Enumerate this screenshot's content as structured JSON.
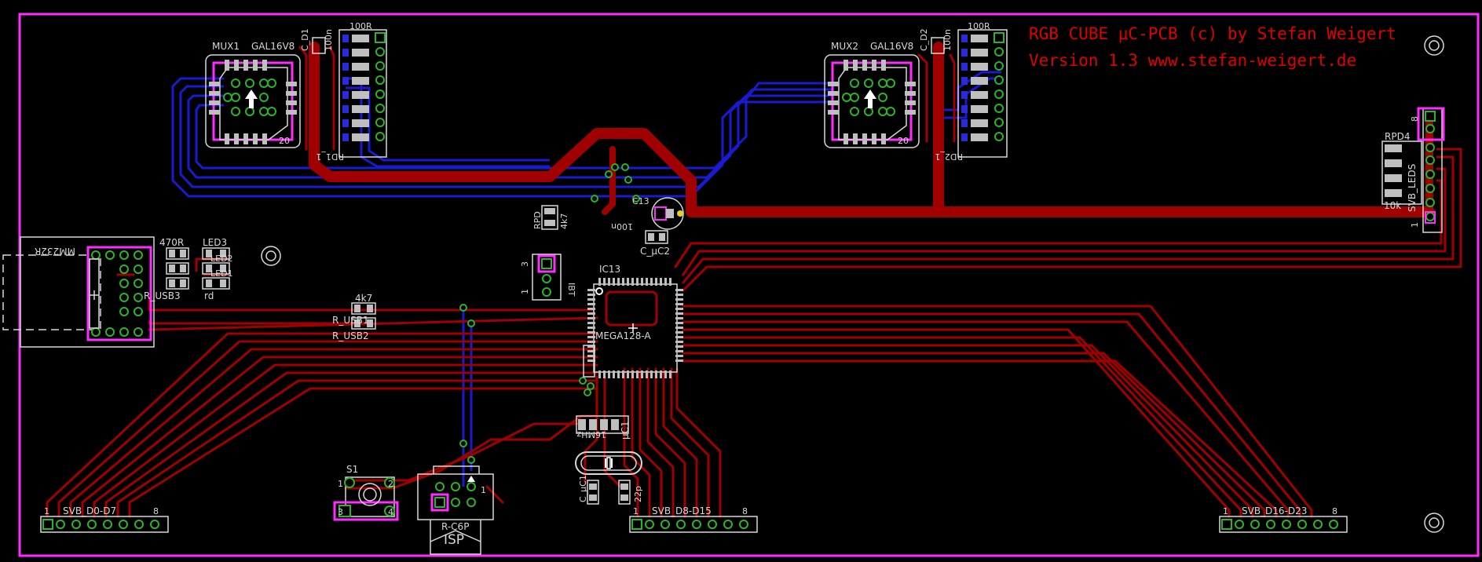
{
  "title_text": {
    "line1": "RGB CUBE μC-PCB (c) by Stefan Weigert",
    "line2": "Version 1.3   www.stefan-weigert.de"
  },
  "colors": {
    "background": "#000000",
    "board_outline": "#ff2cff",
    "top_copper": "#a00000",
    "bottom_copper": "#1a1ad0",
    "via_ring": "#2ab42a",
    "silkscreen": "#d8d8d8",
    "title": "#e00000"
  },
  "components": {
    "mux1": {
      "name": "MUX1",
      "value": "GAL16V8",
      "pin20": "20"
    },
    "mux2": {
      "name": "MUX2",
      "value": "GAL16V8",
      "pin20": "20"
    },
    "c_d1": "C_D1",
    "c_d1_val": "100n",
    "c_d2": "C_D2",
    "c_d2_val": "100n",
    "rd1_val": "100R",
    "rd1": "RD1_1",
    "rd2_val": "100R",
    "rd2": "RD2_1",
    "rpd": "RPD",
    "rpd_val": "4k7",
    "c13": "C13",
    "c_uc2": "C_µC2",
    "c_uc2_val": "100n",
    "ic13": "IC13",
    "ic13_val": "MEGA128-A",
    "mm232r": "MM232R",
    "r470": "470R",
    "led3": "LED3",
    "led2": "LED2",
    "led1": "LED1",
    "r_usb3": "R_USB3",
    "rd_label": "rd",
    "r_usb1": "R_USB1",
    "r_usb1_val": "4k7",
    "r_usb2": "R_USB2",
    "s1": "S1",
    "rc6p": "R-C6P",
    "isp": "ISP",
    "uc1": "µC1",
    "q_val": "16MHz",
    "c_uc1": "C_µC1",
    "c_val": "22p",
    "rpd4": "RPD4",
    "rpd4_val": "10k",
    "svb_leds": "SVB_LEDS",
    "ibt": "IBT"
  },
  "headers": [
    {
      "name": "SVB_D0-D7",
      "first": "1",
      "last": "8"
    },
    {
      "name": "SVB_D8-D15",
      "first": "1",
      "last": "8"
    },
    {
      "name": "SVB_D16-D23",
      "first": "1",
      "last": "8"
    }
  ],
  "pin_numbers": {
    "one": "1",
    "two": "2",
    "three": "3",
    "four": "4",
    "eight": "8"
  }
}
